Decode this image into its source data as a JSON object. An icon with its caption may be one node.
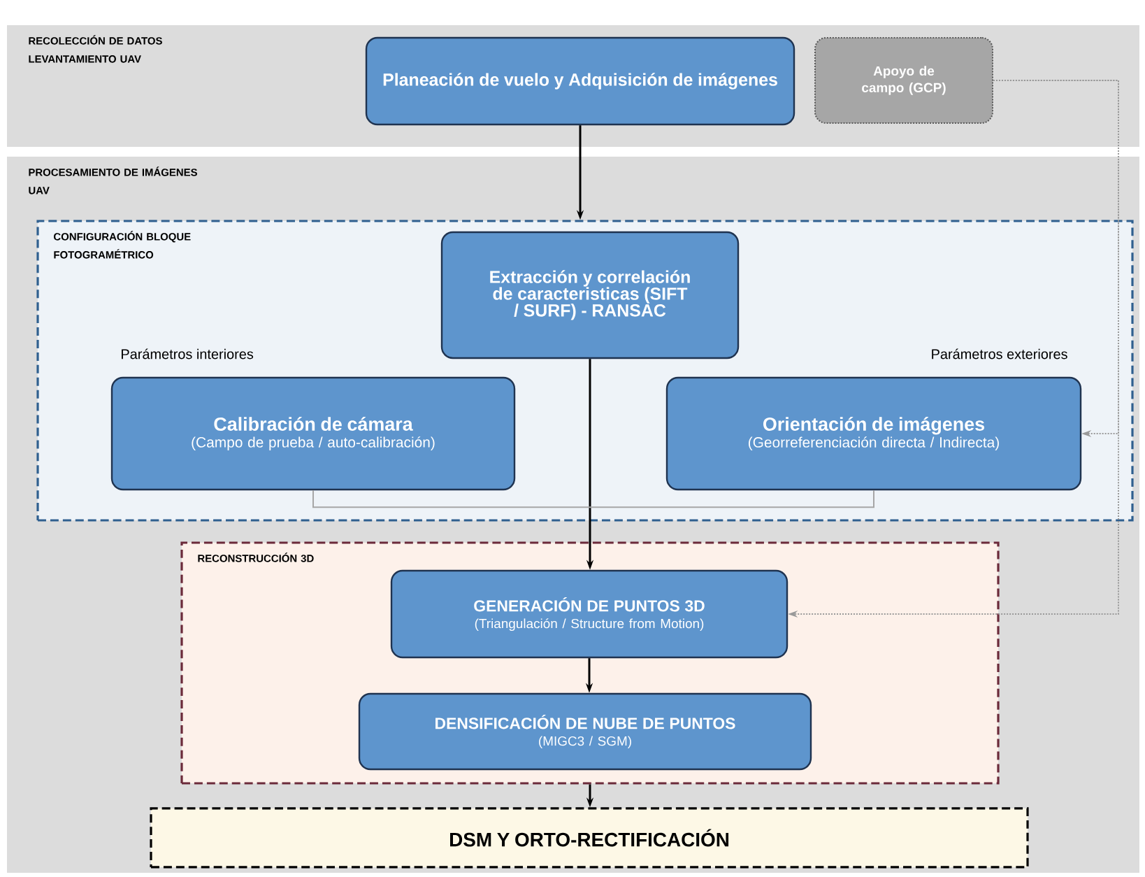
{
  "diagram": {
    "nodes": [
      {
        "text": [
          "RECOLECCIÓN DE DATOS LEVANTAMIENTO UAV"
        ]
      },
      {
        "text": [
          "Planeación de vuelo y Adquisición de imágenes"
        ],
        "in": 0
      },
      {
        "text": [
          "Apoyo de campo (GCP)"
        ],
        "in": 0
      },
      {
        "text": [
          "PROCESAMIENTO DE IMÁGENES UAV"
        ]
      },
      {
        "text": [
          "CONFIGURACIÓN BLOQUE FOTOGRAMÉTRICO"
        ],
        "in": 3
      },
      {
        "text": [
          "Extracción y correlación de caracteristicas (SIFT / SURF) - RANSAC"
        ],
        "in": 4
      },
      {
        "text": [
          "Calibración de cámara",
          "(Campo de prueba / auto-calibración)"
        ],
        "in": 4,
        "beside": [
          "Parámetros interiores"
        ]
      },
      {
        "text": [
          "Orientación de imágenes",
          "(Georreferenciación directa / Indirecta)"
        ],
        "in": 4,
        "beside": [
          "Parámetros exteriores"
        ]
      },
      {
        "text": [
          "RECONSTRUCCIÓN 3D"
        ],
        "in": 3
      },
      {
        "text": [
          "GENERACIÓN DE PUNTOS 3D",
          "(Triangulación / Structure from Motion)"
        ],
        "in": 8
      },
      {
        "text": [
          "DENSIFICACIÓN DE NUBE DE PUNTOS",
          "(MIGC3 / SGM)"
        ],
        "in": 8
      },
      {
        "text": [
          "DSM Y ORTO-RECTIFICACIÓN"
        ],
        "in": 3
      }
    ],
    "edges": [
      {
        "from": 1,
        "to": 4,
        "arrow": "to"
      },
      {
        "from": 5,
        "to": 9,
        "arrow": "to"
      },
      {
        "from": 9,
        "to": 10,
        "arrow": "to"
      },
      {
        "from": 8,
        "to": 11,
        "arrow": "to"
      },
      {
        "from": 6,
        "to": 7,
        "arrow": "none",
        "color": "#a6a6a6"
      },
      {
        "from": 2,
        "to": 7,
        "arrow": "to",
        "style": "dashed",
        "color": "#999999"
      },
      {
        "from": 2,
        "to": 9,
        "arrow": "to",
        "style": "dashed",
        "color": "#999999"
      }
    ]
  }
}
